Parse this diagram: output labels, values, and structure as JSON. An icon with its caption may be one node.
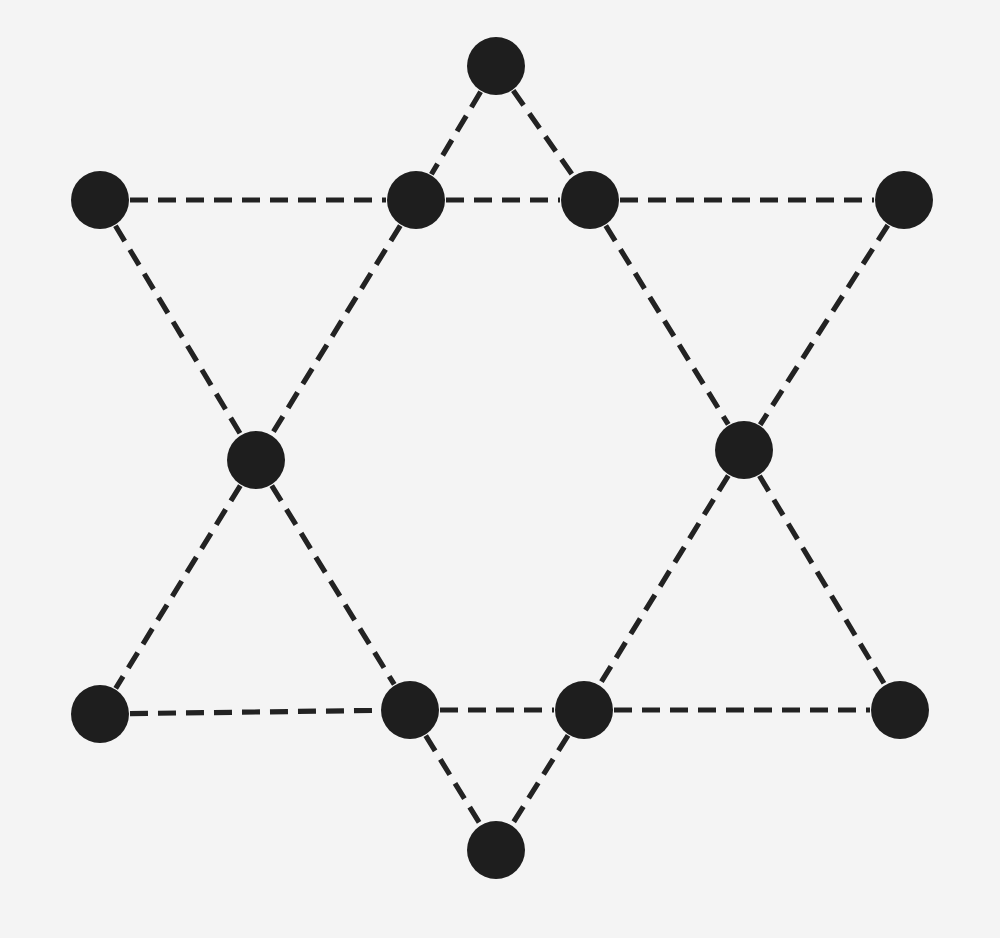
{
  "diagram": {
    "nodes": [
      {
        "text": [],
        "shape": "circle"
      },
      {
        "text": [],
        "shape": "circle"
      },
      {
        "text": [],
        "shape": "circle"
      },
      {
        "text": [],
        "shape": "circle"
      },
      {
        "text": [],
        "shape": "circle"
      },
      {
        "text": [],
        "shape": "circle"
      },
      {
        "text": [],
        "shape": "circle"
      },
      {
        "text": [],
        "shape": "circle"
      },
      {
        "text": [],
        "shape": "circle"
      },
      {
        "text": [],
        "shape": "circle"
      },
      {
        "text": [],
        "shape": "circle"
      },
      {
        "text": [],
        "shape": "circle"
      }
    ],
    "edges": [
      {
        "from": 0,
        "to": 2,
        "arrow": "none",
        "style": "dashed"
      },
      {
        "from": 2,
        "to": 5,
        "arrow": "none",
        "style": "dashed"
      },
      {
        "from": 5,
        "to": 7,
        "arrow": "none",
        "style": "dashed"
      },
      {
        "from": 0,
        "to": 3,
        "arrow": "none",
        "style": "dashed"
      },
      {
        "from": 3,
        "to": 6,
        "arrow": "none",
        "style": "dashed"
      },
      {
        "from": 6,
        "to": 10,
        "arrow": "none",
        "style": "dashed"
      },
      {
        "from": 7,
        "to": 8,
        "arrow": "none",
        "style": "dashed"
      },
      {
        "from": 8,
        "to": 9,
        "arrow": "none",
        "style": "dashed"
      },
      {
        "from": 9,
        "to": 10,
        "arrow": "none",
        "style": "dashed"
      },
      {
        "from": 1,
        "to": 2,
        "arrow": "none",
        "style": "dashed"
      },
      {
        "from": 2,
        "to": 3,
        "arrow": "none",
        "style": "dashed"
      },
      {
        "from": 3,
        "to": 4,
        "arrow": "none",
        "style": "dashed"
      },
      {
        "from": 1,
        "to": 5,
        "arrow": "none",
        "style": "dashed"
      },
      {
        "from": 5,
        "to": 8,
        "arrow": "none",
        "style": "dashed"
      },
      {
        "from": 8,
        "to": 11,
        "arrow": "none",
        "style": "dashed"
      },
      {
        "from": 4,
        "to": 6,
        "arrow": "none",
        "style": "dashed"
      },
      {
        "from": 6,
        "to": 9,
        "arrow": "none",
        "style": "dashed"
      },
      {
        "from": 9,
        "to": 11,
        "arrow": "none",
        "style": "dashed"
      }
    ]
  }
}
